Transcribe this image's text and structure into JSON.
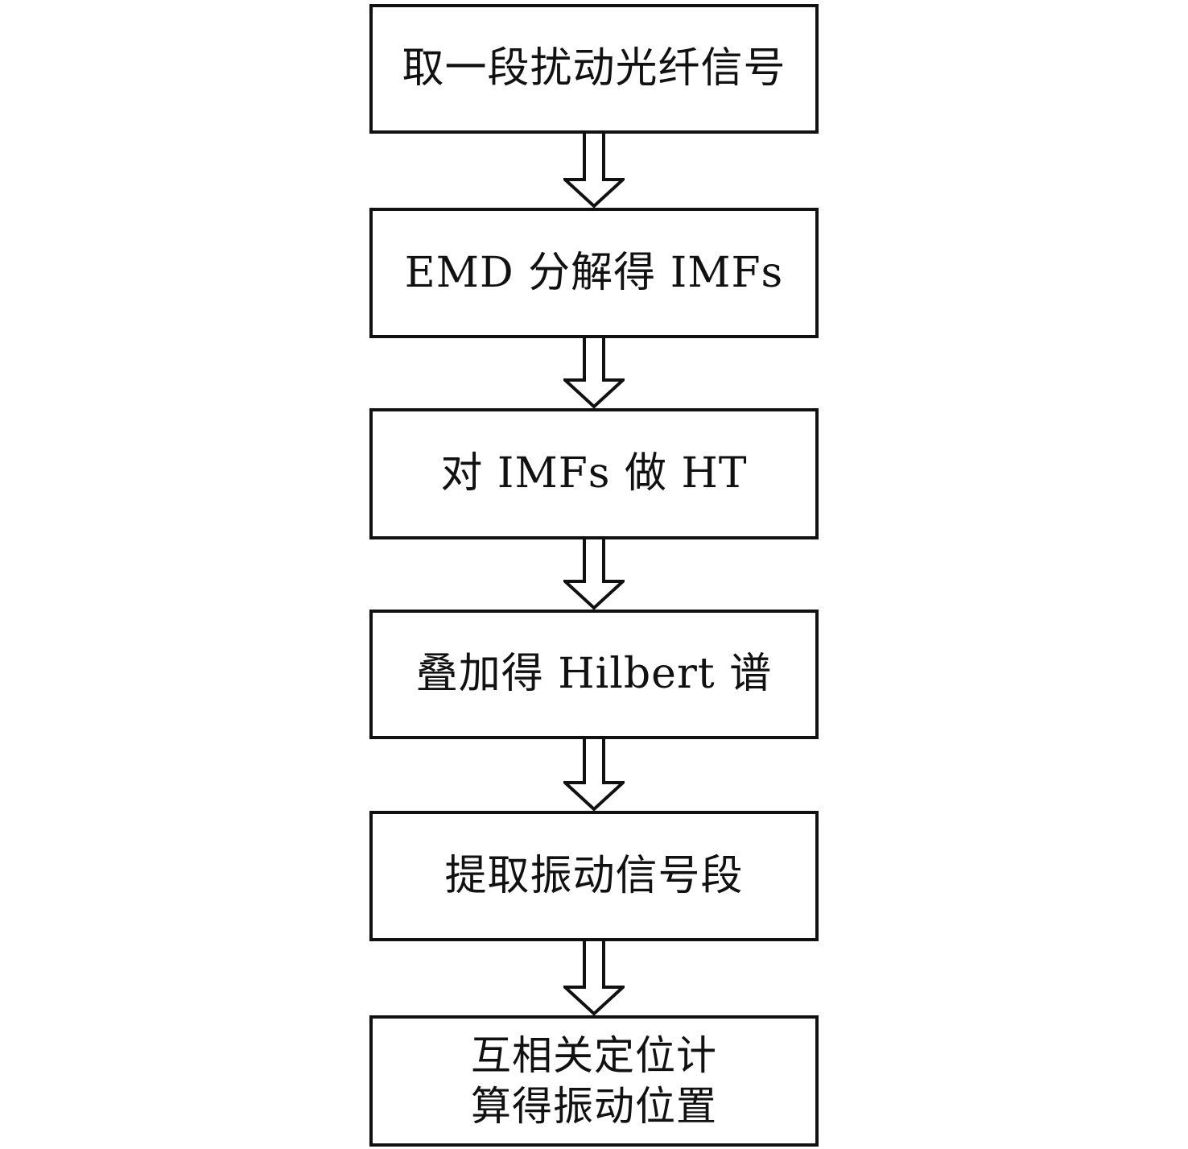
{
  "flowchart": {
    "steps": [
      {
        "label": "取一段扰动光纤信号"
      },
      {
        "label": "EMD 分解得 IMFs"
      },
      {
        "label": "对 IMFs 做 HT"
      },
      {
        "label": "叠加得 Hilbert 谱"
      },
      {
        "label": "提取振动信号段"
      },
      {
        "label": "互相关定位计\n算得振动位置"
      }
    ],
    "colors": {
      "stroke": "#111111",
      "fill": "#ffffff",
      "text": "#111111"
    }
  }
}
